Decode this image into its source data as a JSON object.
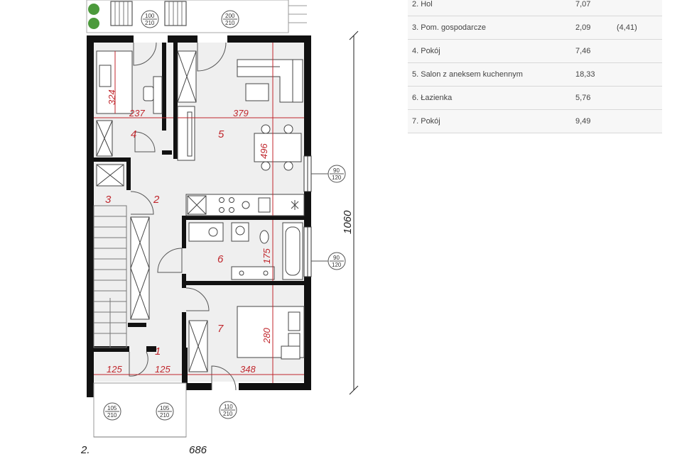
{
  "rooms": [
    {
      "no": "2",
      "name": "2. Hol",
      "area": "7,07",
      "extra": ""
    },
    {
      "no": "3",
      "name": "3. Pom. gospodarcze",
      "area": "2,09",
      "extra": "(4,41)"
    },
    {
      "no": "4",
      "name": "4. Pokój",
      "area": "7,46",
      "extra": ""
    },
    {
      "no": "5",
      "name": "5. Salon z aneksem kuchennym",
      "area": "18,33",
      "extra": ""
    },
    {
      "no": "6",
      "name": "6. Łazienka",
      "area": "5,76",
      "extra": ""
    },
    {
      "no": "7",
      "name": "7. Pokój",
      "area": "9,49",
      "extra": ""
    }
  ],
  "plan_labels": {
    "room1": "1",
    "room2": "2",
    "room3": "3",
    "room4": "4",
    "room5": "5",
    "room6": "6",
    "room7": "7"
  },
  "dimensions": {
    "d324": "324",
    "d237": "237",
    "d379": "379",
    "d496": "496",
    "d175": "175",
    "d280": "280",
    "d125a": "125",
    "d125b": "125",
    "d348": "348",
    "d1060": "1060",
    "d686": "686",
    "d2": "2."
  },
  "doors": {
    "door_100": {
      "w": "100",
      "h": "210"
    },
    "door_200": {
      "w": "200",
      "h": "210"
    },
    "win_90a": {
      "w": "90",
      "h": "120"
    },
    "win_90b": {
      "w": "90",
      "h": "120"
    },
    "door_105a": {
      "w": "105",
      "h": "210"
    },
    "door_105b": {
      "w": "105",
      "h": "210"
    },
    "door_110": {
      "w": "110",
      "h": "210"
    }
  },
  "colors": {
    "wall": "#111111",
    "dimension": "#c0272d",
    "floor": "#efefef",
    "table_stripe": "#f7f7f7",
    "plant": "#4c9a3c"
  }
}
